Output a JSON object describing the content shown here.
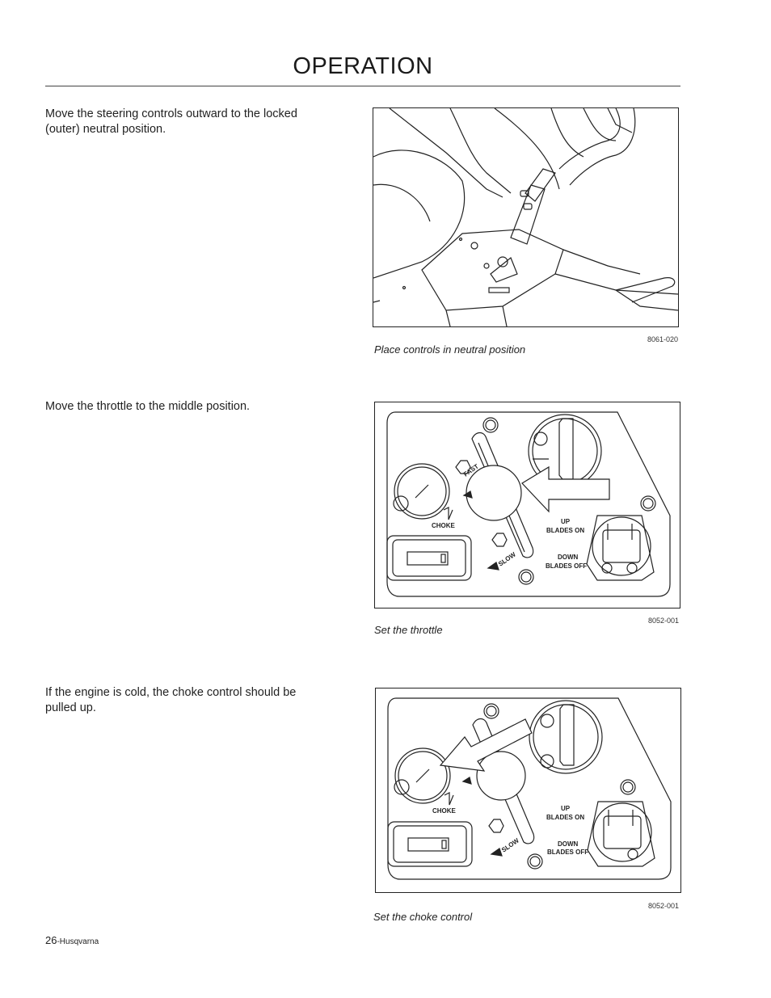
{
  "header": {
    "title": "OPERATION"
  },
  "sections": [
    {
      "text": "Move the steering controls outward to the locked (outer) neutral position.",
      "figure_code": "8061-020",
      "caption": "Place controls in neutral position"
    },
    {
      "text": "Move the throttle to the middle position.",
      "figure_code": "8052-001",
      "caption": "Set the throttle",
      "panel_labels": {
        "fast": "FAST",
        "slow": "SLOW",
        "choke": "CHOKE",
        "up": "UP",
        "blades_on": "BLADES ON",
        "down": "DOWN",
        "blades_off": "BLADES OFF"
      }
    },
    {
      "text": "If the engine is cold, the choke control should be pulled up.",
      "figure_code": "8052-001",
      "caption": "Set the choke control",
      "panel_labels": {
        "slow": "SLOW",
        "choke": "CHOKE",
        "up": "UP",
        "blades_on": "BLADES ON",
        "down": "DOWN",
        "blades_off": "BLADES OFF"
      }
    }
  ],
  "footer": {
    "page_number": "26",
    "brand": "-Husqvarna"
  }
}
